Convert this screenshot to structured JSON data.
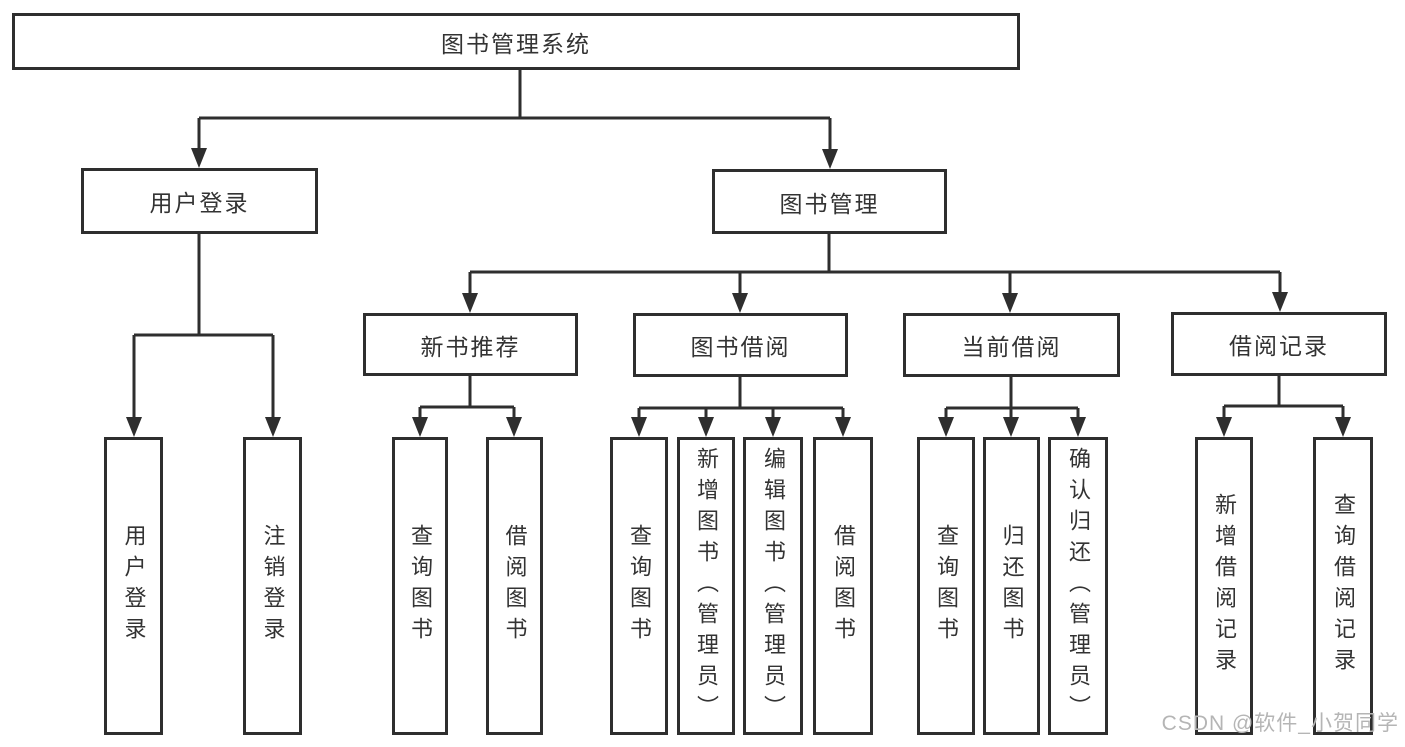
{
  "diagram": {
    "type": "hierarchy-chart",
    "title": "图书管理系统",
    "nodes": [
      {
        "id": "root",
        "label": "图书管理系统",
        "level": 1,
        "parent": null
      },
      {
        "id": "user-login",
        "label": "用户登录",
        "level": 2,
        "parent": "root"
      },
      {
        "id": "book-mgmt",
        "label": "图书管理",
        "level": 2,
        "parent": "root"
      },
      {
        "id": "new-book",
        "label": "新书推荐",
        "level": 3,
        "parent": "book-mgmt"
      },
      {
        "id": "book-borrow",
        "label": "图书借阅",
        "level": 3,
        "parent": "book-mgmt"
      },
      {
        "id": "current-borrow",
        "label": "当前借阅",
        "level": 3,
        "parent": "book-mgmt"
      },
      {
        "id": "borrow-records",
        "label": "借阅记录",
        "level": 3,
        "parent": "book-mgmt"
      },
      {
        "id": "leaf-1",
        "label": "用户登录",
        "level": 4,
        "parent": "user-login"
      },
      {
        "id": "leaf-2",
        "label": "注销登录",
        "level": 4,
        "parent": "user-login"
      },
      {
        "id": "leaf-3",
        "label": "查询图书",
        "level": 4,
        "parent": "new-book"
      },
      {
        "id": "leaf-4",
        "label": "借阅图书",
        "level": 4,
        "parent": "new-book"
      },
      {
        "id": "leaf-5",
        "label": "查询图书",
        "level": 4,
        "parent": "book-borrow"
      },
      {
        "id": "leaf-6",
        "label": "新增图书（管理员）",
        "level": 4,
        "parent": "book-borrow"
      },
      {
        "id": "leaf-7",
        "label": "编辑图书（管理员）",
        "level": 4,
        "parent": "book-borrow"
      },
      {
        "id": "leaf-8",
        "label": "借阅图书",
        "level": 4,
        "parent": "book-borrow"
      },
      {
        "id": "leaf-9",
        "label": "查询图书",
        "level": 4,
        "parent": "current-borrow"
      },
      {
        "id": "leaf-10",
        "label": "归还图书",
        "level": 4,
        "parent": "current-borrow"
      },
      {
        "id": "leaf-11",
        "label": "确认归还（管理员）",
        "level": 4,
        "parent": "current-borrow"
      },
      {
        "id": "leaf-12",
        "label": "新增借阅记录",
        "level": 4,
        "parent": "borrow-records"
      },
      {
        "id": "leaf-13",
        "label": "查询借阅记录",
        "level": 4,
        "parent": "borrow-records"
      }
    ]
  },
  "watermark": {
    "text": "CSDN @软件_小贺同学"
  },
  "colors": {
    "line": "#2e2e2e",
    "box_border": "#2e2e2e",
    "box_fill": "#ffffff",
    "text": "#333333",
    "watermark": "#b5b5b5",
    "background": "#ffffff"
  }
}
